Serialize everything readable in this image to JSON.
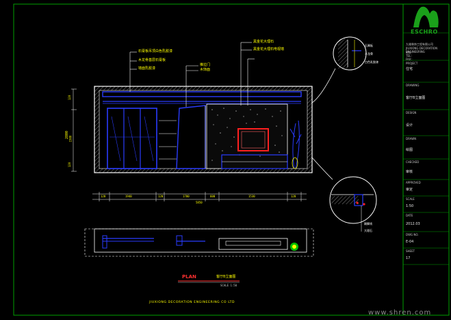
{
  "logo": {
    "text": "ESCHRO"
  },
  "company": {
    "footer": "JIUXIONG DECORATION ENGINEERING  CO LTD"
  },
  "plan": {
    "title": "PLAN",
    "title_cn": "客厅B立面图",
    "scale": "SCALE 1:50"
  },
  "dims": {
    "top": [
      "120",
      "1500",
      "120"
    ],
    "left_total": "2800",
    "bottom": [
      "120",
      "1940",
      "120",
      "1700",
      "600",
      "1530",
      "120"
    ],
    "total": "5850"
  },
  "labels": {
    "left": [
      "石膏板吊顶白色乳胶漆",
      "木龙骨基层石膏板",
      "墙面乳胶漆"
    ],
    "mid": [
      "推拉门",
      "木饰面"
    ],
    "right": [
      "黑金花大理石",
      "黑金花大理石电视墙"
    ],
    "detail_top": [
      "石膏板",
      "木龙骨",
      "白色乳胶漆"
    ],
    "detail_bottom": [
      "踢脚线",
      "大理石"
    ]
  },
  "title_block": {
    "company_cn": "九雄装饰工程有限公司",
    "company_en": "JIUXIONG DECORATION ENGINEERING",
    "address": "地址：",
    "tel": "TEL：",
    "fax": "FAX：",
    "rows": [
      {
        "label": "PROJECT",
        "value": "住宅"
      },
      {
        "label": "DRAWING",
        "value": "客厅B立面图"
      },
      {
        "label": "DESIGN",
        "value": "设计"
      },
      {
        "label": "DRAWN",
        "value": "绘图"
      },
      {
        "label": "CHECKED",
        "value": "审核"
      },
      {
        "label": "APPROVED",
        "value": "审定"
      },
      {
        "label": "SCALE",
        "value": "1:50"
      },
      {
        "label": "DATE",
        "value": "2012.03"
      },
      {
        "label": "DWG NO.",
        "value": "E-04"
      },
      {
        "label": "SHEET",
        "value": "17"
      }
    ]
  },
  "watermark": "www.shren.com",
  "colors": {
    "background": "#000000",
    "frame": "#00a000",
    "yellow": "#ffff00",
    "blue": "#2a3cff"
  }
}
